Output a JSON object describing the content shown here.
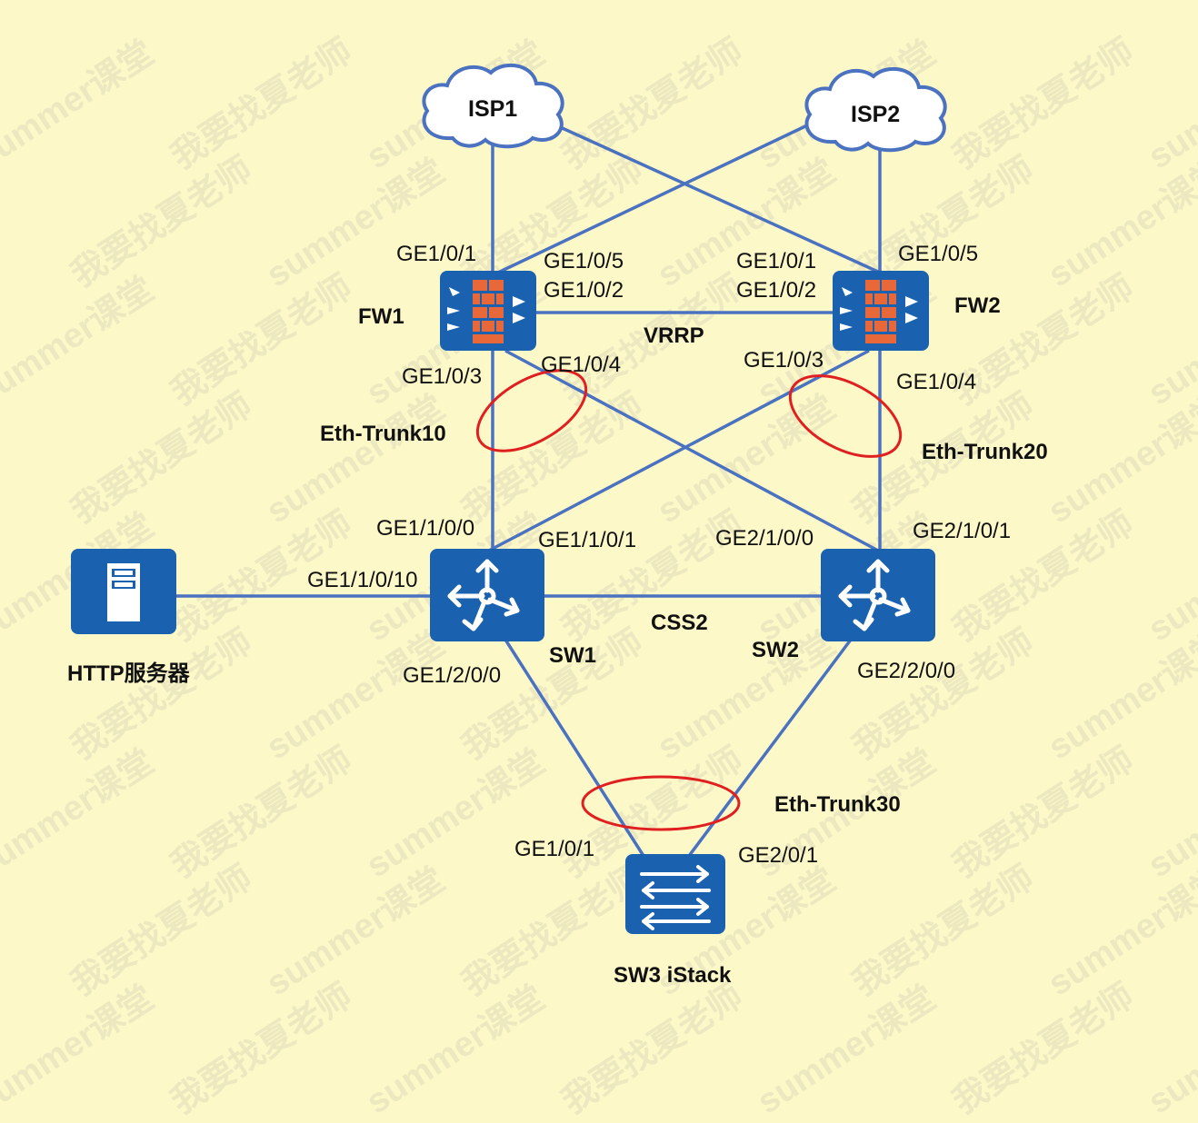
{
  "watermark": {
    "text_a": "summer课堂",
    "text_b": "我要找夏老师"
  },
  "colors": {
    "background": "#fdf8c8",
    "link": "#4a72c0",
    "device": "#1a61b0",
    "trunk_ring": "#e02020",
    "firewall_brick": "#e8683a"
  },
  "devices": {
    "isp1": "ISP1",
    "isp2": "ISP2",
    "fw1": "FW1",
    "fw2": "FW2",
    "sw1": "SW1",
    "sw2": "SW2",
    "sw3": "SW3 iStack",
    "http": "HTTP服务器"
  },
  "protocols": {
    "vrrp": "VRRP",
    "css2": "CSS2"
  },
  "trunks": {
    "t10": "Eth-Trunk10",
    "t20": "Eth-Trunk20",
    "t30": "Eth-Trunk30"
  },
  "ports": {
    "fw1_ge101": "GE1/0/1",
    "fw1_ge105": "GE1/0/5",
    "fw1_ge102": "GE1/0/2",
    "fw1_ge103": "GE1/0/3",
    "fw1_ge104": "GE1/0/4",
    "fw2_ge101": "GE1/0/1",
    "fw2_ge105": "GE1/0/5",
    "fw2_ge102": "GE1/0/2",
    "fw2_ge103": "GE1/0/3",
    "fw2_ge104": "GE1/0/4",
    "sw1_ge11000": "GE1/1/0/0",
    "sw1_ge11001": "GE1/1/0/1",
    "sw1_ge110010": "GE1/1/0/10",
    "sw1_ge12000": "GE1/2/0/0",
    "sw2_ge21000": "GE2/1/0/0",
    "sw2_ge21001": "GE2/1/0/1",
    "sw2_ge22000": "GE2/2/0/0",
    "sw3_ge101": "GE1/0/1",
    "sw3_ge201": "GE2/0/1"
  }
}
